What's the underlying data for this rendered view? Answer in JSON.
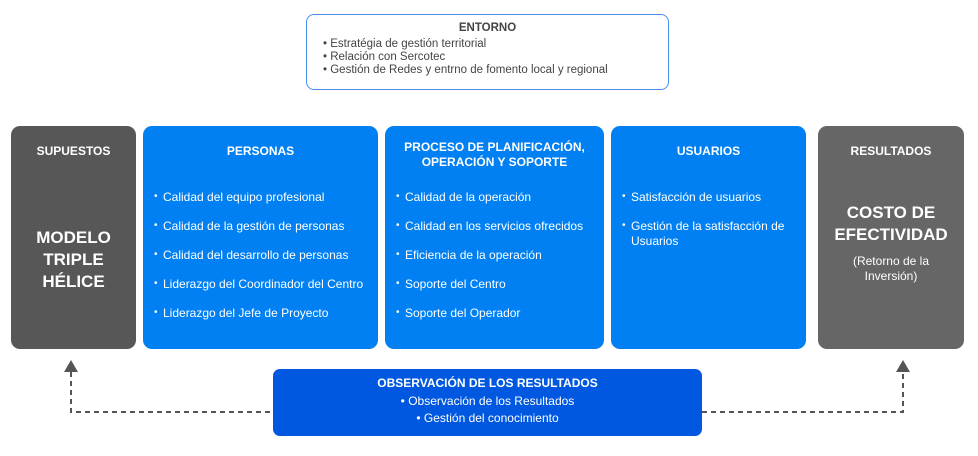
{
  "entorno": {
    "title": "ENTORNO",
    "items": [
      "Estratégia de gestión territorial",
      "Relación con Sercotec",
      "Gestión de Redes y entrno de fomento local y regional"
    ]
  },
  "supuestos": {
    "title": "SUPUESTOS",
    "main": [
      "MODELO",
      "TRIPLE",
      "HÉLICE"
    ]
  },
  "personas": {
    "title": "PERSONAS",
    "items": [
      "Calidad del equipo profesional",
      "Calidad de la gestión de personas",
      "Calidad del desarrollo de personas",
      "Liderazgo del Coordinador del Centro",
      "Liderazgo del Jefe de Proyecto"
    ]
  },
  "proceso": {
    "title": "PROCESO DE PLANIFICACIÓN, OPERACIÓN Y SOPORTE",
    "items": [
      "Calidad de la operación",
      "Calidad en los servicios ofrecidos",
      "Eficiencia de la operación",
      "Soporte del Centro",
      "Soporte del Operador"
    ]
  },
  "usuarios": {
    "title": "USUARIOS",
    "items": [
      "Satisfacción de usuarios",
      "Gestión de la satisfacción de Usuarios"
    ]
  },
  "resultados": {
    "title": "RESULTADOS",
    "main": [
      "COSTO DE",
      "EFECTIVIDAD"
    ],
    "sub": "(Retorno de la Inversión)"
  },
  "observacion": {
    "title": "OBSERVACIÓN DE LOS RESULTADOS",
    "items": [
      "Observación de los Resultados",
      "Gestión del conocimiento"
    ]
  }
}
